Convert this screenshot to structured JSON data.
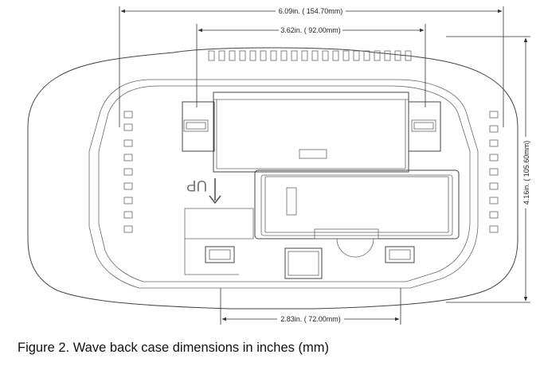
{
  "dimensions": {
    "overall_width": "6.09in. ( 154.70mm)",
    "inner_width": "3.62in. ( 92.00mm)",
    "overall_height": "4.16in. ( 105.60mm)",
    "bottom_width": "2.83in. ( 72.00mm)"
  },
  "embossed_text": "UP",
  "caption": "Figure 2. Wave back case dimensions in inches (mm)"
}
